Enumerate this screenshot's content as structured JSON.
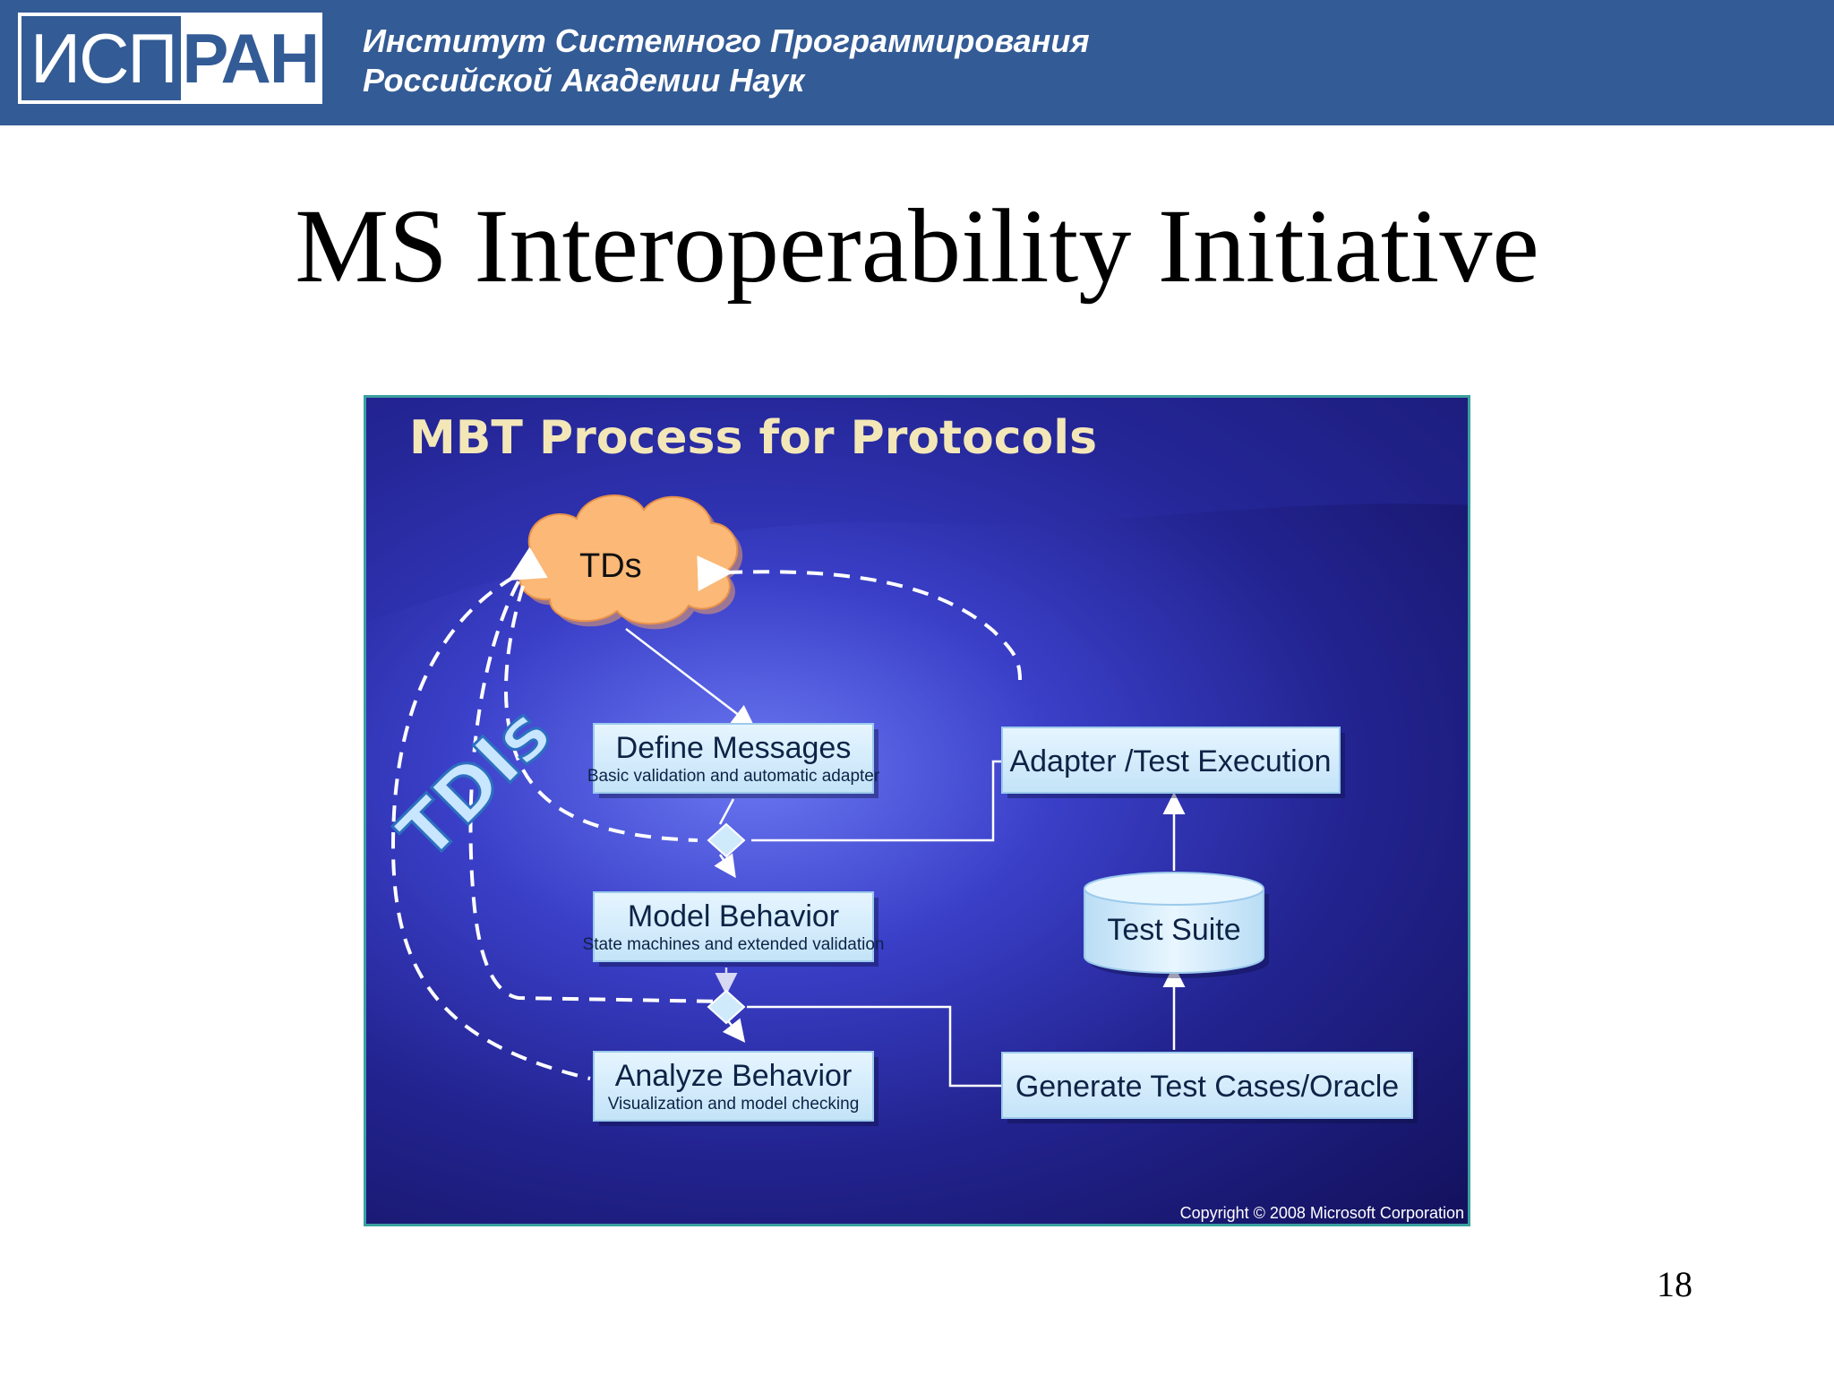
{
  "header": {
    "logo_left": "ИСП",
    "logo_right": "РАН",
    "institute_line1": "Институт Системного Программирования",
    "institute_line2": "Российской Академии Наук"
  },
  "slide": {
    "title": "MS Interoperability Initiative",
    "page_number": "18"
  },
  "diagram": {
    "title": "MBT Process for Protocols",
    "cloud_label": "TDs",
    "side_label": "TDIs",
    "boxes": {
      "define": {
        "title": "Define Messages",
        "subtitle": "Basic validation and automatic adapter"
      },
      "model": {
        "title": "Model Behavior",
        "subtitle": "State machines and extended validation"
      },
      "analyze": {
        "title": "Analyze Behavior",
        "subtitle": "Visualization and model checking"
      },
      "adapter": {
        "title": "Adapter /Test Execution"
      },
      "suite": {
        "title": "Test Suite"
      },
      "generate": {
        "title": "Generate Test Cases/Oracle"
      }
    },
    "copyright": "Copyright © 2008 Microsoft Corporation",
    "colors": {
      "box_fill": "#d6eefc",
      "cloud_fill": "#fbb877",
      "title_color": "#f3e7b8"
    }
  }
}
